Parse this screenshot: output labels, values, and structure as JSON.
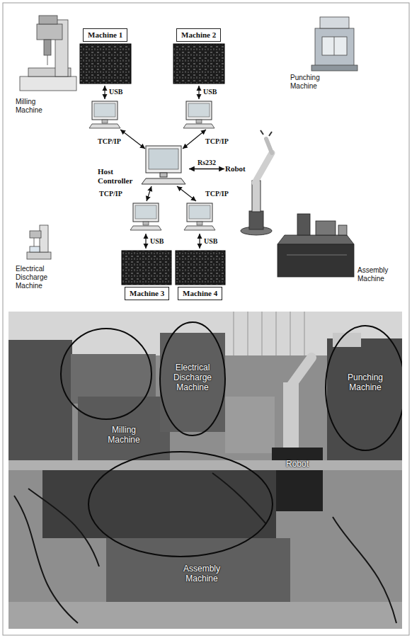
{
  "diagram": {
    "nodes": [
      {
        "text": [
          "Machine 1"
        ]
      },
      {
        "text": [
          "Machine 2"
        ]
      },
      {
        "text": [
          "Host Controller"
        ]
      },
      {
        "text": [
          "Robot"
        ]
      },
      {
        "text": [
          "Machine 3"
        ]
      },
      {
        "text": [
          "Machine 4"
        ]
      }
    ],
    "edges": [
      {
        "from": 2,
        "to": 3,
        "label": "Rs232",
        "arrow": "both"
      }
    ],
    "labels": [
      "Milling Machine",
      "USB",
      "USB",
      "Punching Machine",
      "TCP/IP",
      "TCP/IP",
      "TCP/IP",
      "TCP/IP",
      "USB",
      "USB",
      "Electrical Discharge Machine",
      "Assembly Machine",
      "Electrical Discharge Machine",
      "Punching Machine",
      "Milling Machine",
      "Robot",
      "Assembly Machine"
    ]
  }
}
